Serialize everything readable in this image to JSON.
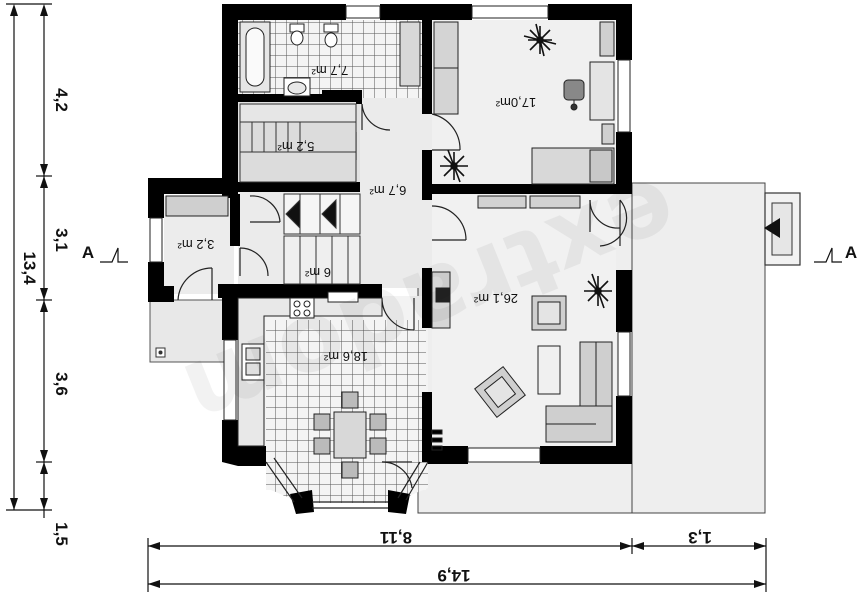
{
  "dimensions": {
    "vertical_total": "13,4",
    "vertical_segments": [
      "4,2",
      "3,1",
      "3,6",
      "1,5"
    ],
    "bottom_segments": [
      "8,11",
      "1,3"
    ],
    "bottom_total": "14,9"
  },
  "section_markers": {
    "left": "A",
    "right": "A"
  },
  "rooms": {
    "bathroom": "7,7 m²",
    "bedroom": "17,0m²",
    "stairs_upper": "5,2 m²",
    "hall": "6,7 m²",
    "small_room": "3,2 m²",
    "stairs_lower": "6 m²",
    "living_room": "26,1 m²",
    "kitchen_dining": "18,6 m²"
  },
  "watermark": "extradom",
  "icons": [
    "plant-icon",
    "office-chair-icon",
    "toilet-icon",
    "bathtub-icon",
    "sink-icon",
    "stove-icon",
    "armchair-icon",
    "sofa-icon"
  ]
}
